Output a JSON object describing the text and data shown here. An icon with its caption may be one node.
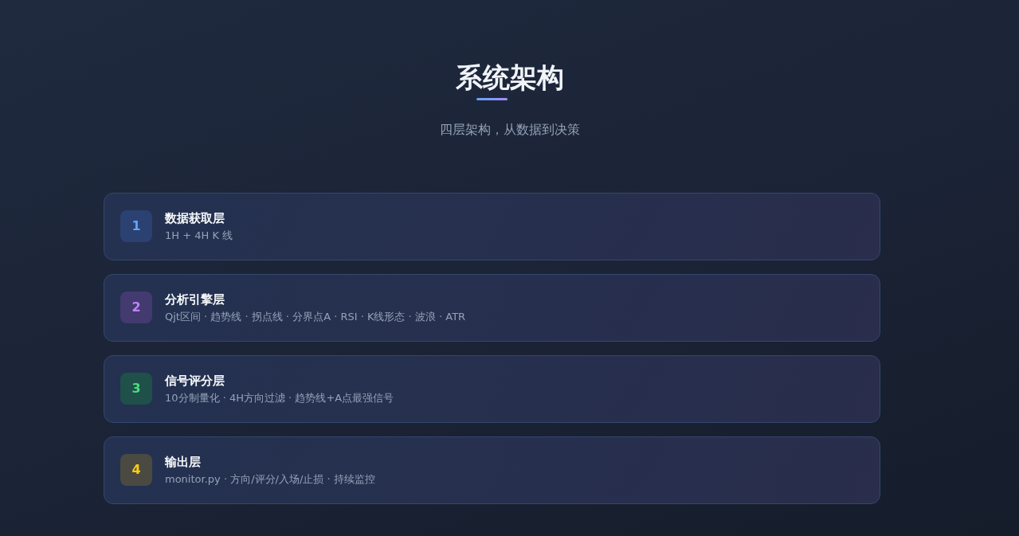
{
  "diagram": {
    "title": "系统架构",
    "nodes": [
      {
        "text": [
          "数据获取层",
          "1H + 4H K 线"
        ]
      },
      {
        "text": [
          "1"
        ],
        "in": 0
      },
      {
        "text": [
          "分析引擎层",
          "Qjt区间 · 趋势线 · 拐点线 · 分界点A · RSI · K线形态 · 波浪 · ATR"
        ]
      },
      {
        "text": [
          "2"
        ],
        "in": 2
      },
      {
        "text": [
          "信号评分层",
          "10分制量化 · 4H方向过滤 · 趋势线+A点最强信号"
        ]
      },
      {
        "text": [
          "3"
        ],
        "in": 4
      },
      {
        "text": [
          "输出层",
          "monitor.py · 方向/评分/入场/止损 · 持续监控"
        ]
      },
      {
        "text": [
          "4"
        ],
        "in": 6
      }
    ],
    "labels": [
      "四层架构，从数据到决策"
    ]
  }
}
